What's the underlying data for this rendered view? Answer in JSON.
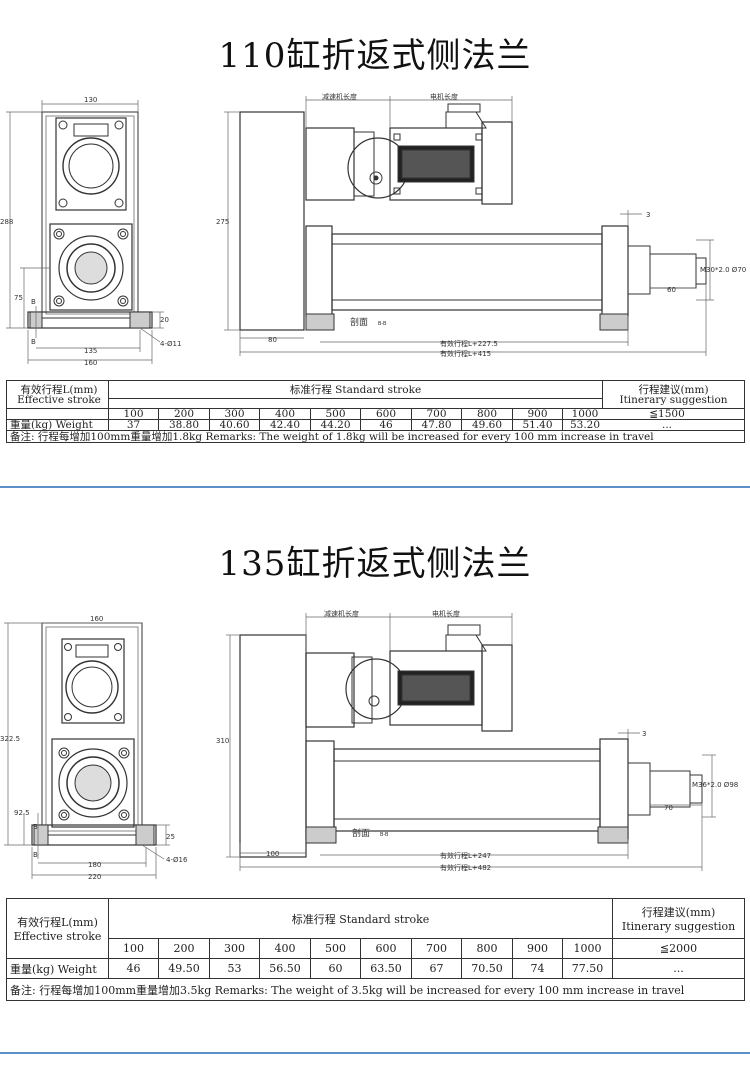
{
  "sections": [
    {
      "title": "110缸折返式侧法兰",
      "dims": {
        "width_top": "130",
        "height_left": "288",
        "height_mid": "275",
        "offset_75": "75",
        "b_upper": "B",
        "b_lower": "B",
        "dim_20": "20",
        "holes": "4-Ø11",
        "dim_135": "135",
        "dim_160": "160",
        "reducer_len": "减速机长度",
        "motor_len": "电机长度",
        "dim_3": "3",
        "rod": "M30*2.0 Ø70",
        "dim_60": "60",
        "dim_80": "80",
        "section_label": "剖面",
        "section_sub": "B-B",
        "stroke_a": "有效行程L+227.5",
        "stroke_b": "有效行程L+415"
      },
      "table": {
        "label_cn": "有效行程L(mm)",
        "label_en": "Effective stroke",
        "std_header": "标准行程   Standard stroke",
        "sugg_cn": "行程建议(mm)",
        "sugg_en": "Itinerary suggestion",
        "strokes": [
          "100",
          "200",
          "300",
          "400",
          "500",
          "600",
          "700",
          "800",
          "900",
          "1000"
        ],
        "suggestion": "≦1500",
        "weight_label": "重量(kg) Weight",
        "weights": [
          "37",
          "38.80",
          "40.60",
          "42.40",
          "44.20",
          "46",
          "47.80",
          "49.60",
          "51.40",
          "53.20"
        ],
        "weight_sugg": "...",
        "note": "备注: 行程每增加100mm重量增加1.8kg    Remarks: The weight of 1.8kg will be increased for every 100 mm increase in travel"
      }
    },
    {
      "title": "135缸折返式侧法兰",
      "dims": {
        "width_top": "160",
        "height_left": "322.5",
        "height_mid": "310",
        "offset_75": "92.5",
        "b_upper": "B",
        "b_lower": "B",
        "dim_20": "25",
        "holes": "4-Ø16",
        "dim_135": "180",
        "dim_160": "220",
        "reducer_len": "减速机长度",
        "motor_len": "电机长度",
        "dim_3": "3",
        "rod": "M36*2.0 Ø98",
        "dim_60": "70",
        "dim_80": "100",
        "section_label": "剖面",
        "section_sub": "B-B",
        "stroke_a": "有效行程L+247",
        "stroke_b": "有效行程L+482"
      },
      "table": {
        "label_cn": "有效行程L(mm)",
        "label_en": "Effective stroke",
        "std_header": "标准行程   Standard stroke",
        "sugg_cn": "行程建议(mm)",
        "sugg_en": "Itinerary suggestion",
        "strokes": [
          "100",
          "200",
          "300",
          "400",
          "500",
          "600",
          "700",
          "800",
          "900",
          "1000"
        ],
        "suggestion": "≦2000",
        "weight_label": "重量(kg) Weight",
        "weights": [
          "46",
          "49.50",
          "53",
          "56.50",
          "60",
          "63.50",
          "67",
          "70.50",
          "74",
          "77.50"
        ],
        "weight_sugg": "...",
        "note": "备注: 行程每增加100mm重量增加3.5kg    Remarks: The weight of 3.5kg will be increased for every 100 mm increase in travel"
      }
    }
  ]
}
